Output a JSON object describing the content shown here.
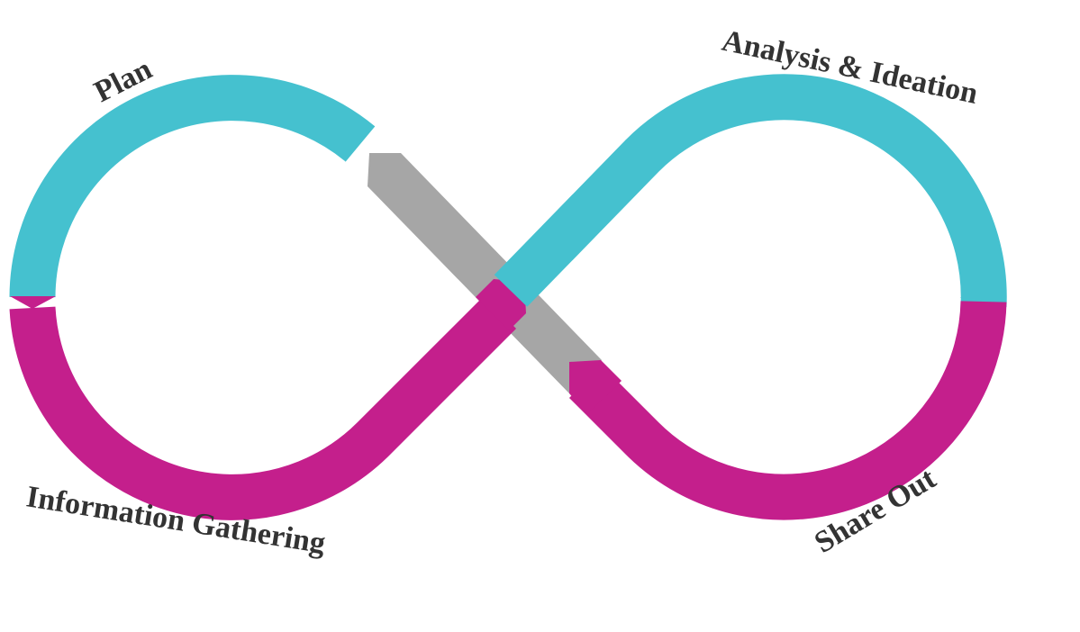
{
  "diagram": {
    "labels": {
      "plan": "Plan",
      "analysis": "Analysis & Ideation",
      "info": "Information Gathering",
      "share": "Share Out"
    },
    "colors": {
      "teal": "#45C1CF",
      "magenta": "#C41F8C",
      "gray": "#A6A6A6",
      "text": "#333333"
    }
  }
}
